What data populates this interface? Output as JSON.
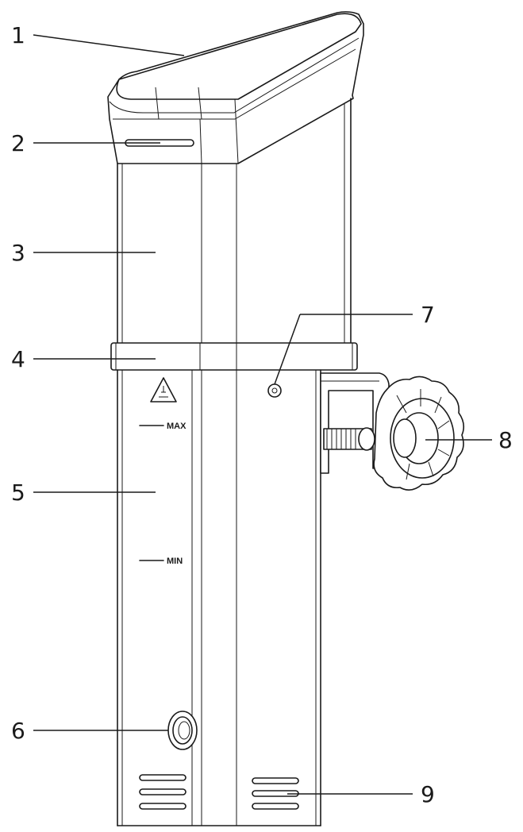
{
  "callouts": [
    {
      "id": "c1",
      "number": "1"
    },
    {
      "id": "c2",
      "number": "2"
    },
    {
      "id": "c3",
      "number": "3"
    },
    {
      "id": "c4",
      "number": "4"
    },
    {
      "id": "c5",
      "number": "5"
    },
    {
      "id": "c6",
      "number": "6"
    },
    {
      "id": "c7",
      "number": "7"
    },
    {
      "id": "c8",
      "number": "8"
    },
    {
      "id": "c9",
      "number": "9"
    }
  ],
  "level_marks": {
    "max_label": "MAX",
    "min_label": "MIN"
  }
}
